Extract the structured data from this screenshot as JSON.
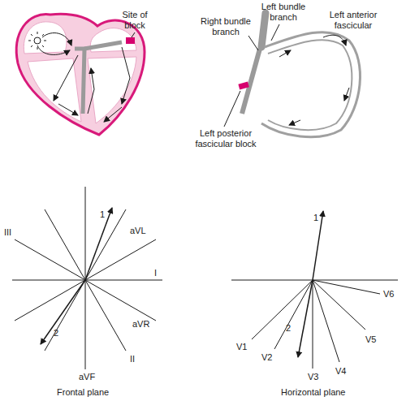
{
  "diagram": {
    "labels": [
      "Site of block",
      "Right bundle branch",
      "Left bundle branch",
      "Left anterior fascicular",
      "Left posterior fascicular block",
      "1",
      "aVL",
      "I",
      "III",
      "aVR",
      "2",
      "aVF",
      "II",
      "Frontal plane",
      "1",
      "V6",
      "V5",
      "2",
      "V1",
      "V2",
      "V3",
      "V4",
      "Horizontal plane"
    ]
  }
}
